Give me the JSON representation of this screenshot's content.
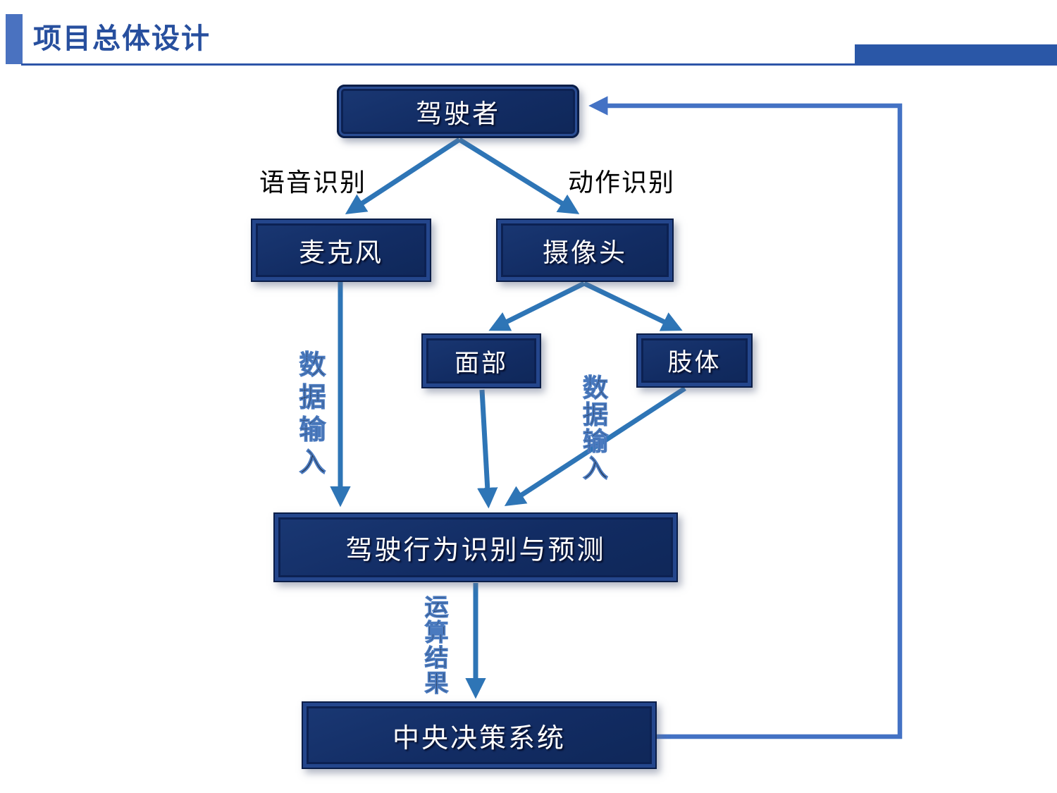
{
  "header": {
    "title": "项目总体设计"
  },
  "colors": {
    "accent_bar": "#4a72c0",
    "title_text": "#274f9e",
    "header_line": "#2d55a8",
    "node_fill": "#122c63",
    "node_border": "#0a1d47",
    "node_text": "#ffffff",
    "flow_arrow": "#2e75b6",
    "loop_line": "#4472c4",
    "edge_label_text": "#000000"
  },
  "diagram": {
    "nodes": {
      "driver": "驾驶者",
      "microphone": "麦克风",
      "camera": "摄像头",
      "face": "面部",
      "body": "肢体",
      "behavior": "驾驶行为识别与预测",
      "decision": "中央决策系统"
    },
    "edge_labels": {
      "speech": "语音识别",
      "action": "动作识别",
      "data_input_left": "数据输入",
      "data_input_mid": "数据输入",
      "result": "运算结果"
    }
  }
}
